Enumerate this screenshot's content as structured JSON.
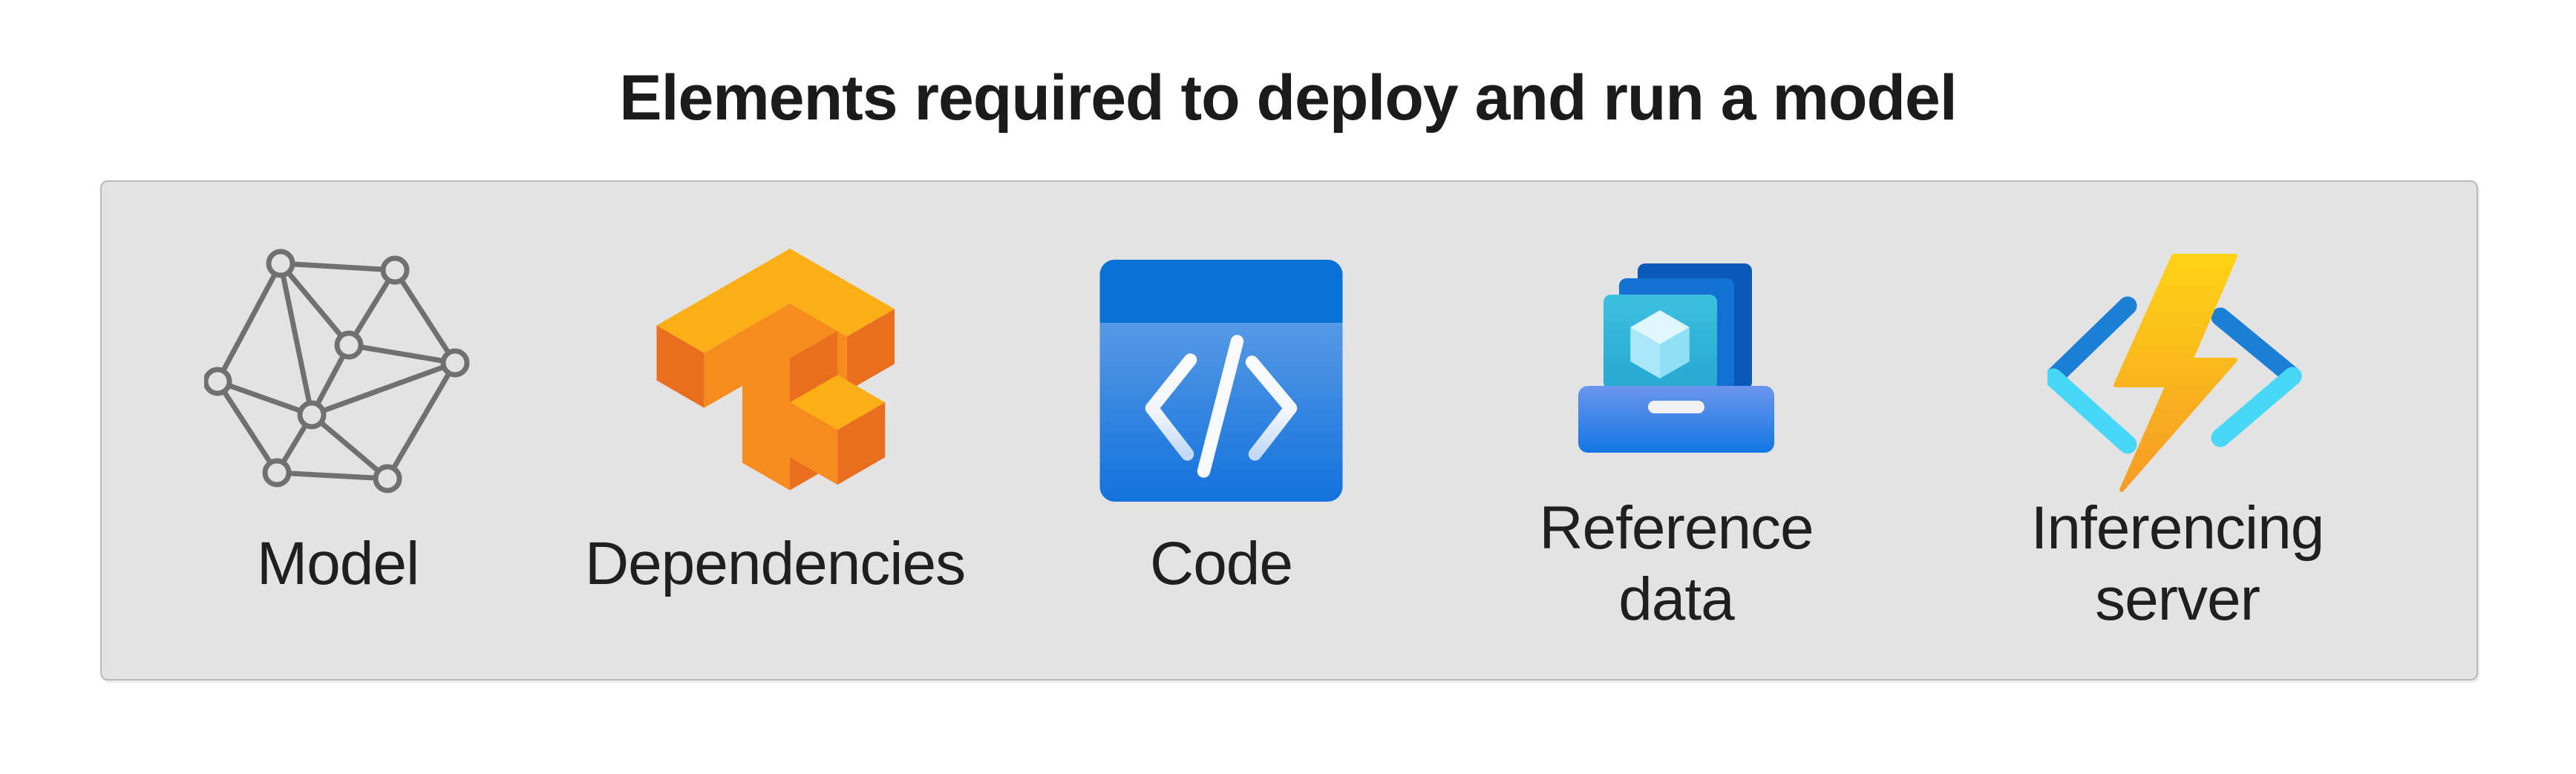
{
  "title": "Elements required to deploy and run a model",
  "panel": {
    "items": [
      {
        "label": "Model",
        "icon": "network-graph-icon"
      },
      {
        "label": "Dependencies",
        "icon": "tensorflow-logo-icon"
      },
      {
        "label": "Code",
        "icon": "code-window-icon"
      },
      {
        "label": "Reference\ndata",
        "icon": "reference-data-drawer-icon"
      },
      {
        "label": "Inferencing\nserver",
        "icon": "azure-functions-bolt-icon"
      }
    ]
  },
  "colors": {
    "page_background": "#ffffff",
    "panel_background": "#e3e3e3",
    "panel_border": "#b9b9b9",
    "title_text": "#1b1b1b",
    "label_text": "#1f1f1f",
    "model_graph_gray": "#707070",
    "tensorflow_light_orange": "#fcae17",
    "tensorflow_mid_orange": "#f78c1e",
    "tensorflow_dark_orange": "#e96f1e",
    "code_titlebar_blue": "#0a72d6",
    "code_body_blue_top": "#6fa7e9",
    "code_body_blue_bottom": "#1272dc",
    "code_glyph_white": "#f7f9fc",
    "reference_back_card_blue": "#0a58b8",
    "reference_middle_card_blue": "#1272d4",
    "reference_front_card_teal": "#2fb6d9",
    "reference_cube_light": "#dff6fd",
    "reference_drawer_blue_top": "#6b96ec",
    "reference_drawer_blue_bottom": "#1476e4",
    "functions_bracket_blue": "#1b7fd6",
    "functions_bracket_cyan": "#47d7f7",
    "functions_bolt_yellow": "#ffd215",
    "functions_bolt_orange": "#f59b25"
  }
}
